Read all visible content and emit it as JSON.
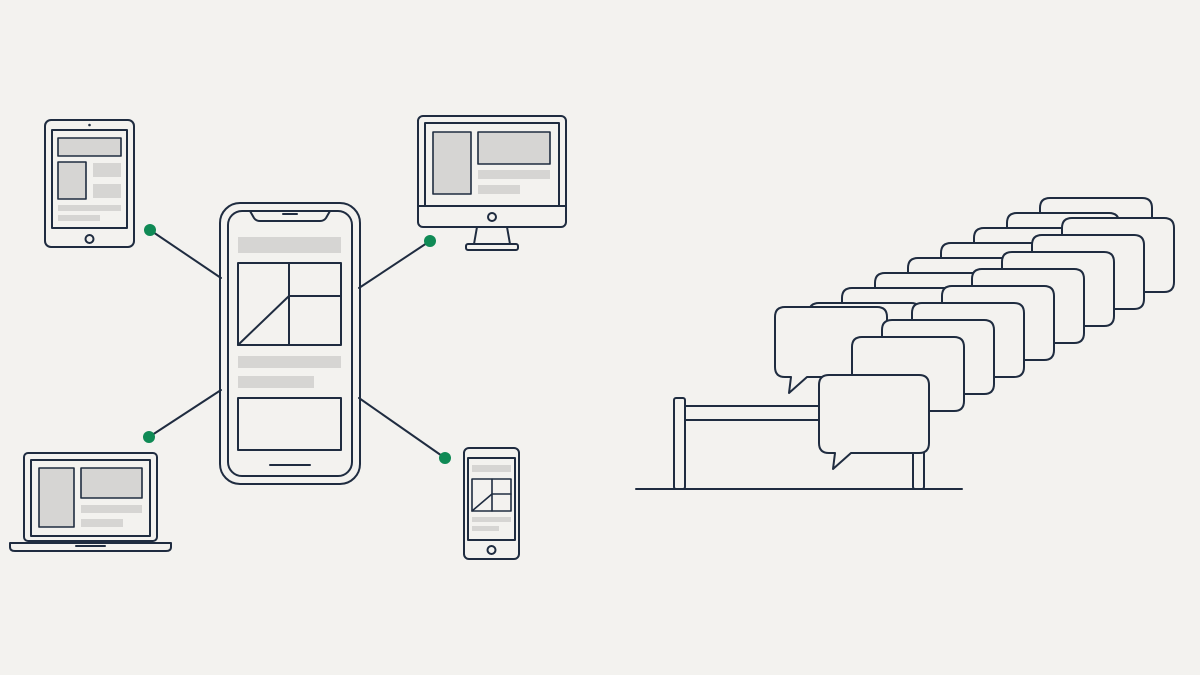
{
  "colors": {
    "background": "#f3f2ef",
    "stroke": "#1f2c40",
    "placeholder": "#d6d5d3",
    "connector_dot": "#0f8a55",
    "bubble_fill": "#f3f2ef"
  },
  "icons": {
    "left_panel": [
      "smartphone-icon",
      "tablet-icon",
      "desktop-monitor-icon",
      "laptop-icon",
      "small-phone-icon",
      "connector-dot-icon"
    ],
    "right_panel": [
      "speech-bubble-icon",
      "barrier-gate-icon",
      "ground-line"
    ]
  },
  "illustration": {
    "left": "connected-devices",
    "right": "speech-bubble-queue"
  }
}
